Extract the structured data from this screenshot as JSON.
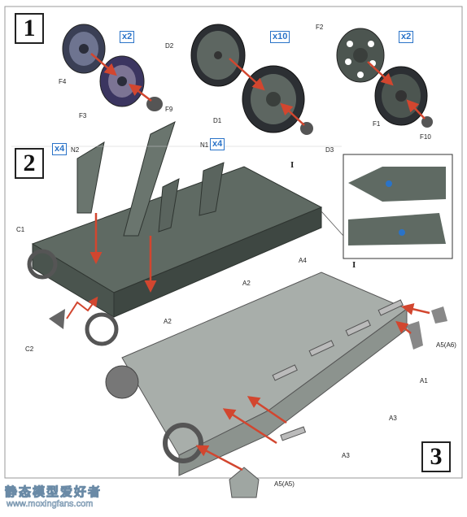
{
  "steps": [
    "1",
    "2",
    "3"
  ],
  "multipliers": {
    "f4_f3": "x2",
    "d": "x10",
    "f": "x2",
    "n2": "x4",
    "n1": "x4"
  },
  "labels": {
    "f4": "F4",
    "f3": "F3",
    "f9": "F9",
    "d2": "D2",
    "d1": "D1",
    "f2": "F2",
    "f1": "F1",
    "f10": "F10",
    "n2": "N2",
    "n1": "N1",
    "d3": "D3",
    "c1": "C1",
    "c2": "C2",
    "a4": "A4",
    "a2_top": "A2",
    "a2_left": "A2",
    "a5_a6_right": "A5(A6)",
    "a1": "A1",
    "a3_right": "A3",
    "a3_bottom": "A3",
    "a5_a5": "A5(A5)"
  },
  "sub_view_marks": {
    "upper": "I",
    "lower": "I"
  },
  "watermark": {
    "text": "静态模型爱好者",
    "url": "www.moxingfans.com"
  },
  "colors": {
    "hull": "#5f6a63",
    "hull_dark": "#3e4742",
    "tire": "#2c2f33",
    "arrow": "#d2462f",
    "callout_blue": "#2a73c8",
    "box_border": "#222222"
  }
}
